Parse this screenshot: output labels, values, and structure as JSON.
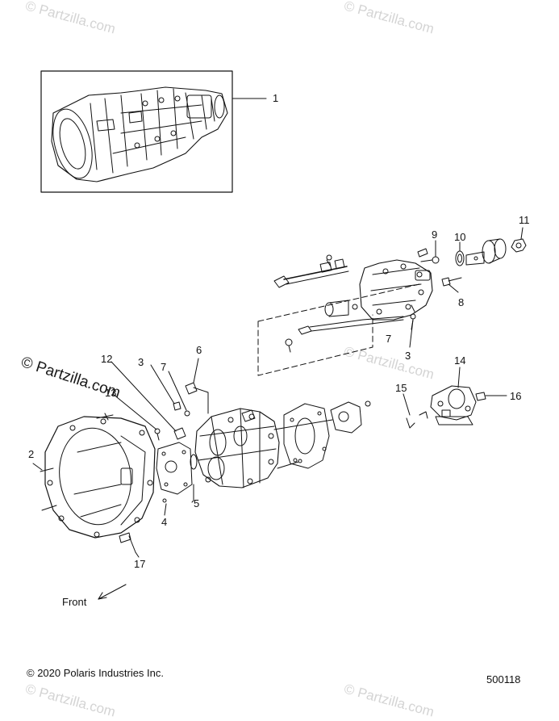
{
  "watermarks": {
    "top_left": "© Partzilla.com",
    "top_right": "© Partzilla.com",
    "mid_left": "© Partzilla.com",
    "mid_right": "© Partzilla.com",
    "bottom_left": "© Partzilla.com",
    "bottom_right": "© Partzilla.com"
  },
  "callouts": {
    "c1": "1",
    "c2": "2",
    "c3a": "3",
    "c3b": "3",
    "c4": "4",
    "c5": "5",
    "c6": "6",
    "c7a": "7",
    "c7b": "7",
    "c8": "8",
    "c9": "9",
    "c10": "10",
    "c11": "11",
    "c12": "12",
    "c13": "13",
    "c14": "14",
    "c15": "15",
    "c16": "16",
    "c17": "17"
  },
  "direction_label": "Front",
  "copyright": "© 2020 Polaris Industries Inc.",
  "diagram_number": "500118"
}
